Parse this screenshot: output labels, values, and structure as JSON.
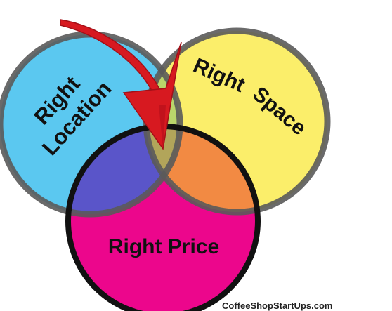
{
  "diagram": {
    "circles": [
      {
        "id": "location",
        "label_lines": [
          "Right",
          "Location"
        ],
        "fill": "#5bc8f0"
      },
      {
        "id": "space",
        "label_lines": [
          "Right",
          "Space"
        ],
        "fill": "#fbee6a"
      },
      {
        "id": "price",
        "label": "Right Price",
        "fill": "#ec068c"
      }
    ],
    "overlap_colors": {
      "location_price": "#5a55c9",
      "space_price": "#f28a43",
      "location_space": "#b9d56b",
      "center": "#b2a55a"
    },
    "outline_color": "#5a5a5a",
    "price_outline_color": "#111111",
    "arrow": {
      "color": "#d71920",
      "icon": "curved-arrow-down"
    }
  },
  "credit": "CoffeeShopStartUps.com"
}
